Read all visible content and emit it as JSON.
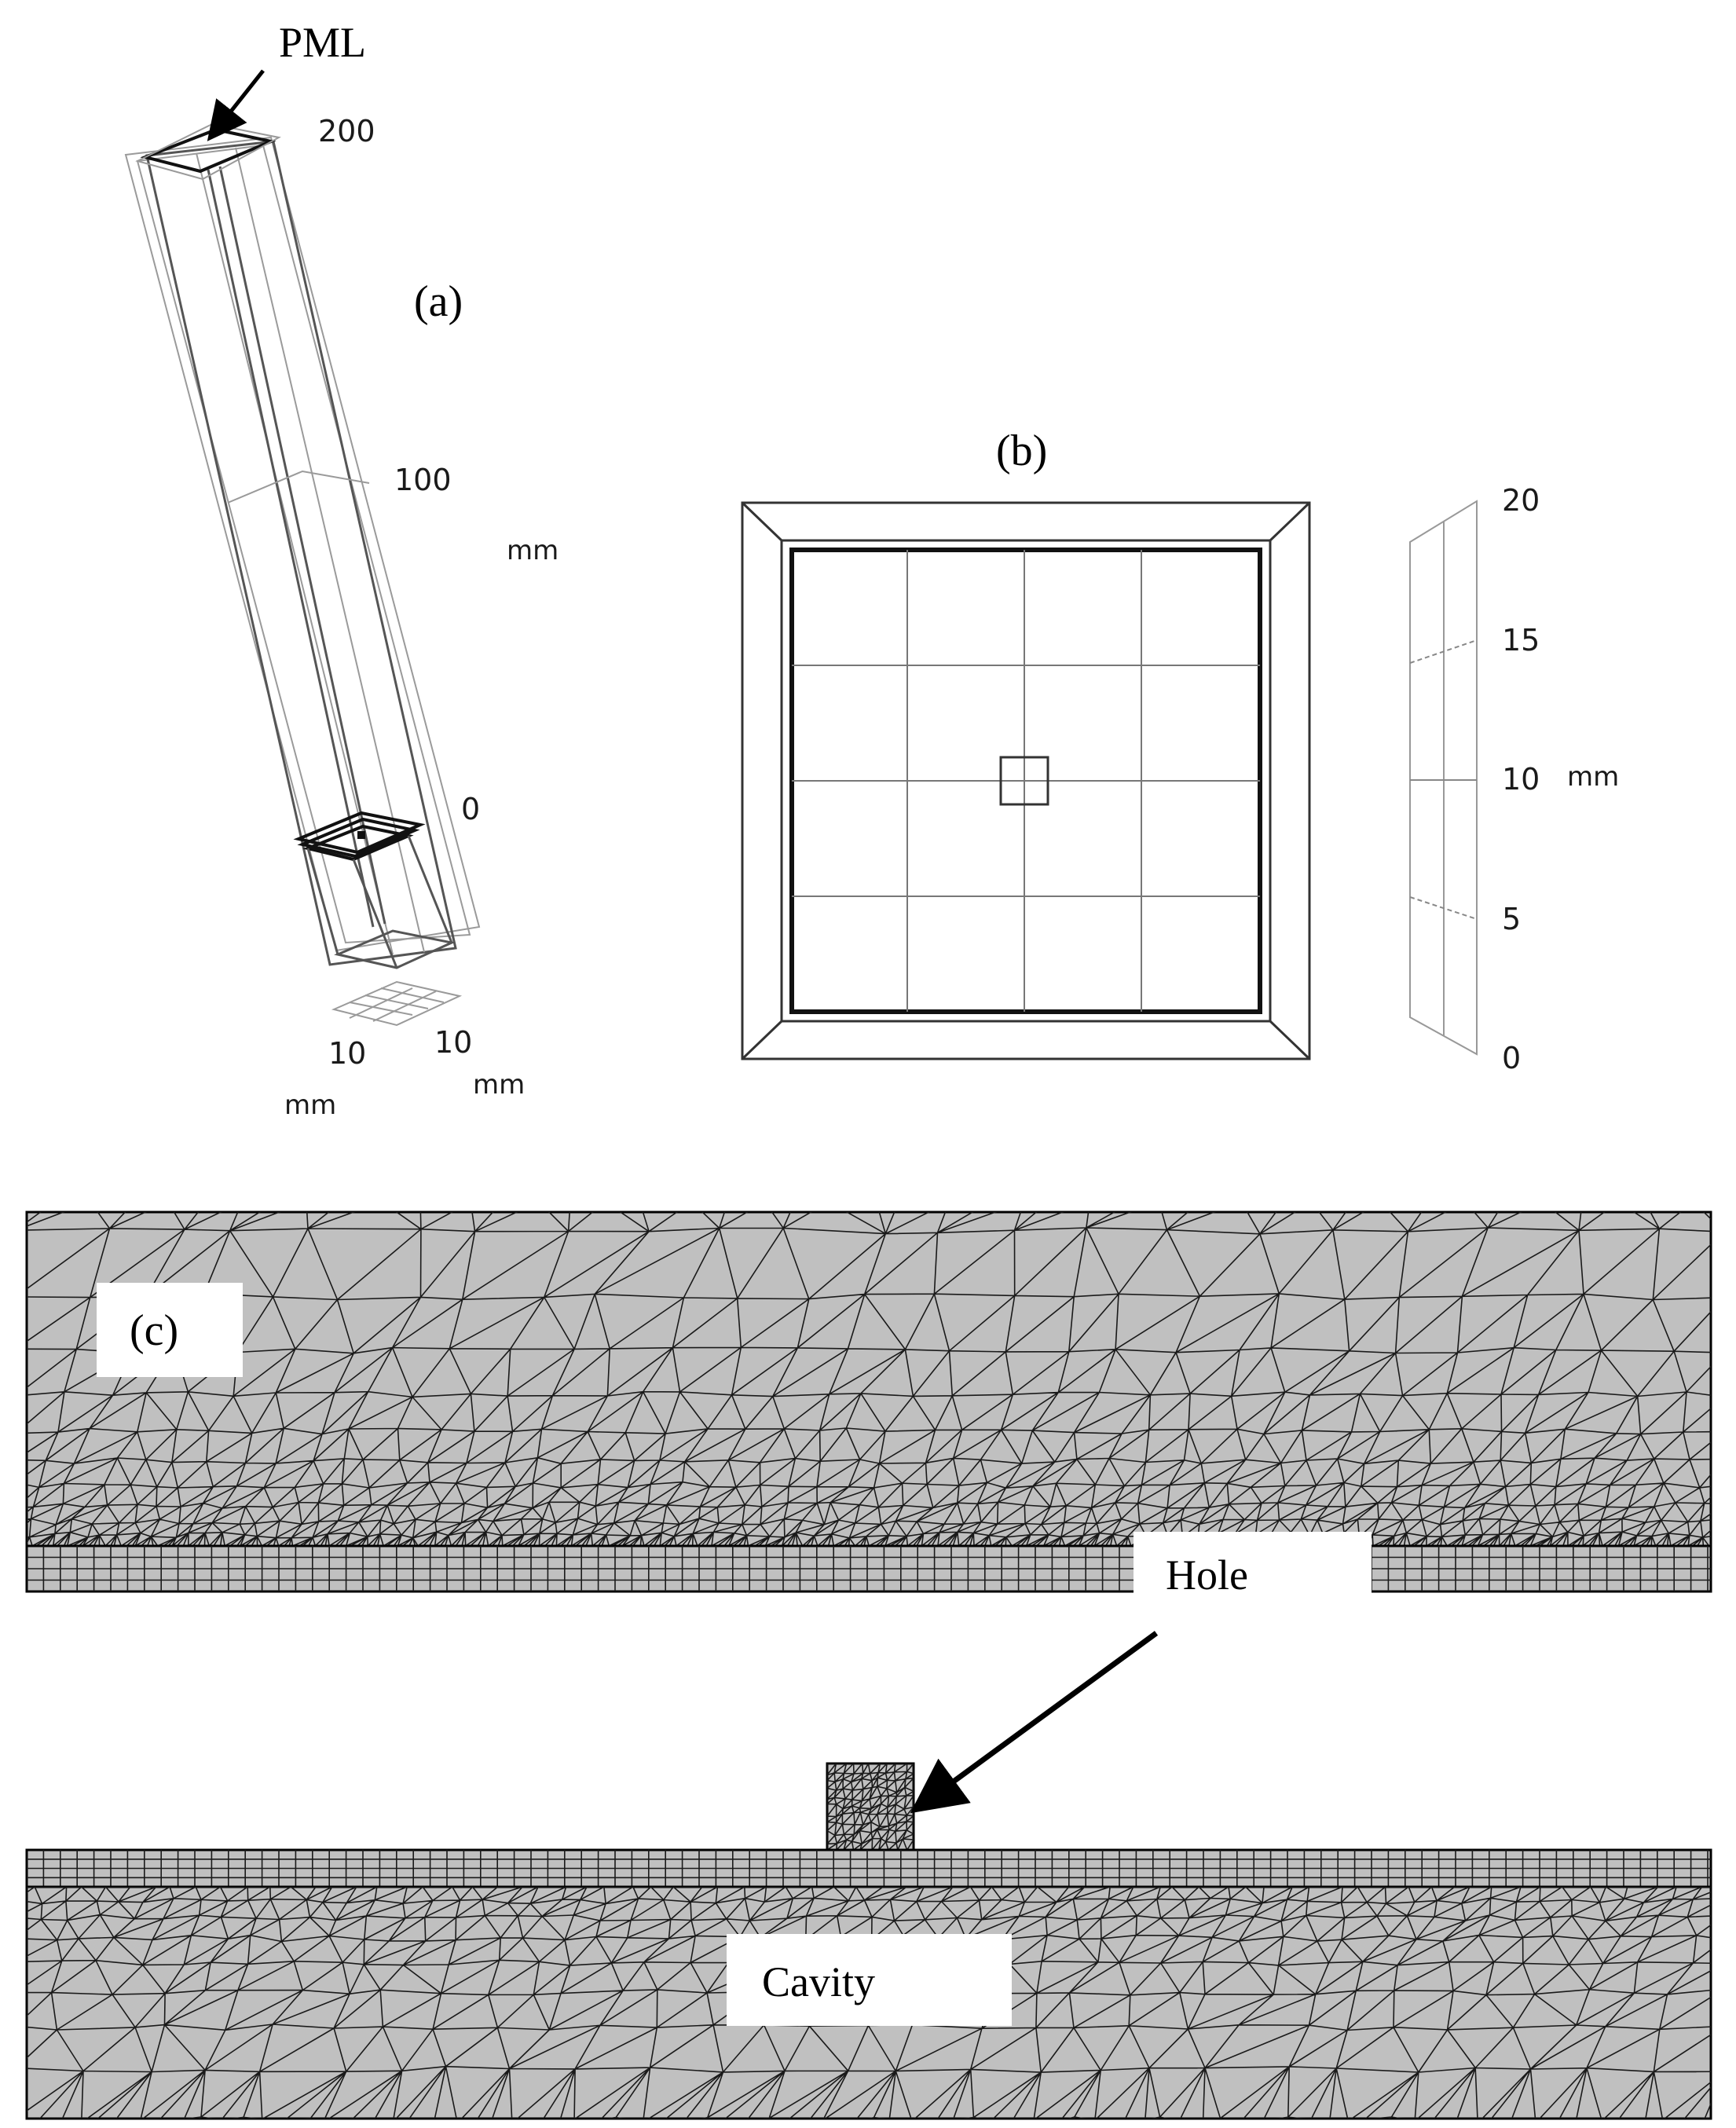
{
  "panel_a": {
    "label": "(a)",
    "pml_label": "PML",
    "axis_vertical": {
      "ticks": [
        "200",
        "100",
        "0"
      ],
      "unit": "mm"
    },
    "axis_base": {
      "left_tick": "10",
      "left_unit": "mm",
      "right_tick": "10",
      "right_unit": "mm"
    }
  },
  "panel_b": {
    "label": "(b)",
    "axis": {
      "ticks": [
        "20",
        "15",
        "10",
        "5",
        "0"
      ],
      "unit": "mm"
    }
  },
  "panel_c": {
    "label": "(c)",
    "hole_label": "Hole",
    "cavity_label": "Cavity",
    "mesh_fill": "#c0c0c0"
  }
}
